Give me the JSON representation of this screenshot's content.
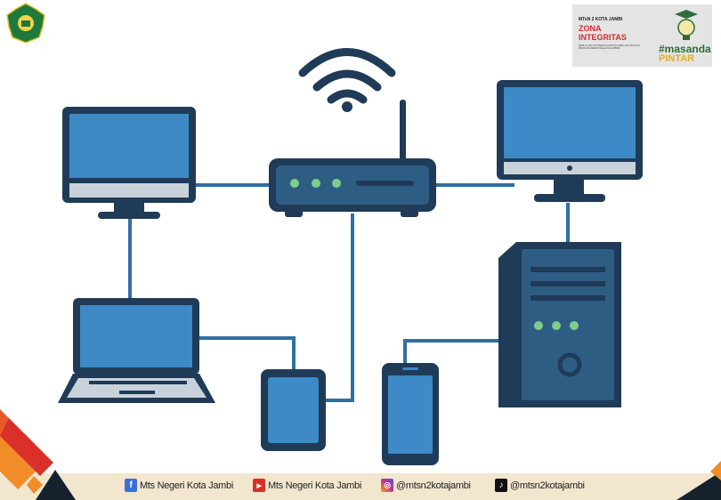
{
  "banner": {
    "school": "MTsN 2 KOTA JAMBI",
    "zona": "ZONA INTEGRITAS",
    "subtitle": "MENUJU WILAYAH BEBAS KORUPSI (WBK) DAN WILAYAH BIROKRASI BERSIH MELAYANI (WBBM)",
    "hashtag_1": "#masanda",
    "hashtag_2": "PINTAR"
  },
  "footer": {
    "socials": [
      {
        "icon": "facebook-icon",
        "label": "Mts Negeri Kota Jambi",
        "color": "#3b6fd8"
      },
      {
        "icon": "youtube-icon",
        "label": "Mts Negeri Kota Jambi",
        "color": "#d93025"
      },
      {
        "icon": "instagram-icon",
        "label": "@mtsn2kotajambi",
        "color": "#c13584"
      },
      {
        "icon": "tiktok-icon",
        "label": "@mtsn2kotajambi",
        "color": "#111111"
      }
    ]
  },
  "colors": {
    "device_dark": "#1f3b57",
    "screen": "#3d8ac6",
    "link": "#2f6fa3",
    "led": "#7ccf8a",
    "footer_bg": "#f2e6cf"
  }
}
